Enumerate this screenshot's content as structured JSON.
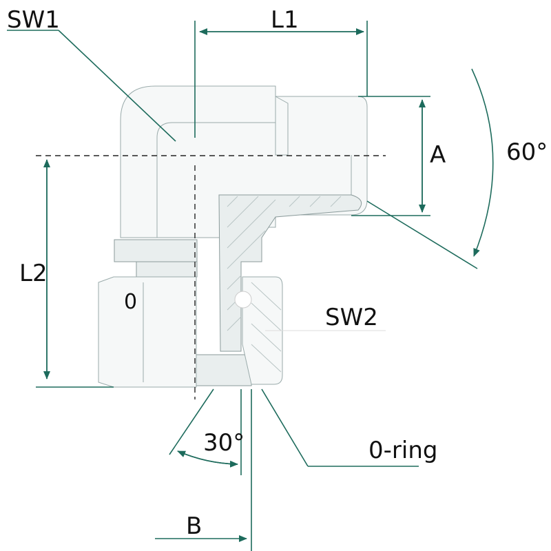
{
  "labels": {
    "sw1": "SW1",
    "l1": "L1",
    "a": "A",
    "angle60": "60°",
    "l2": "L2",
    "sw2": "SW2",
    "oring": "0-ring",
    "angle30": "30°",
    "b": "B",
    "nut_mark": "0"
  },
  "colors": {
    "dimension_line": "#1d6b5c",
    "text": "#111111"
  }
}
